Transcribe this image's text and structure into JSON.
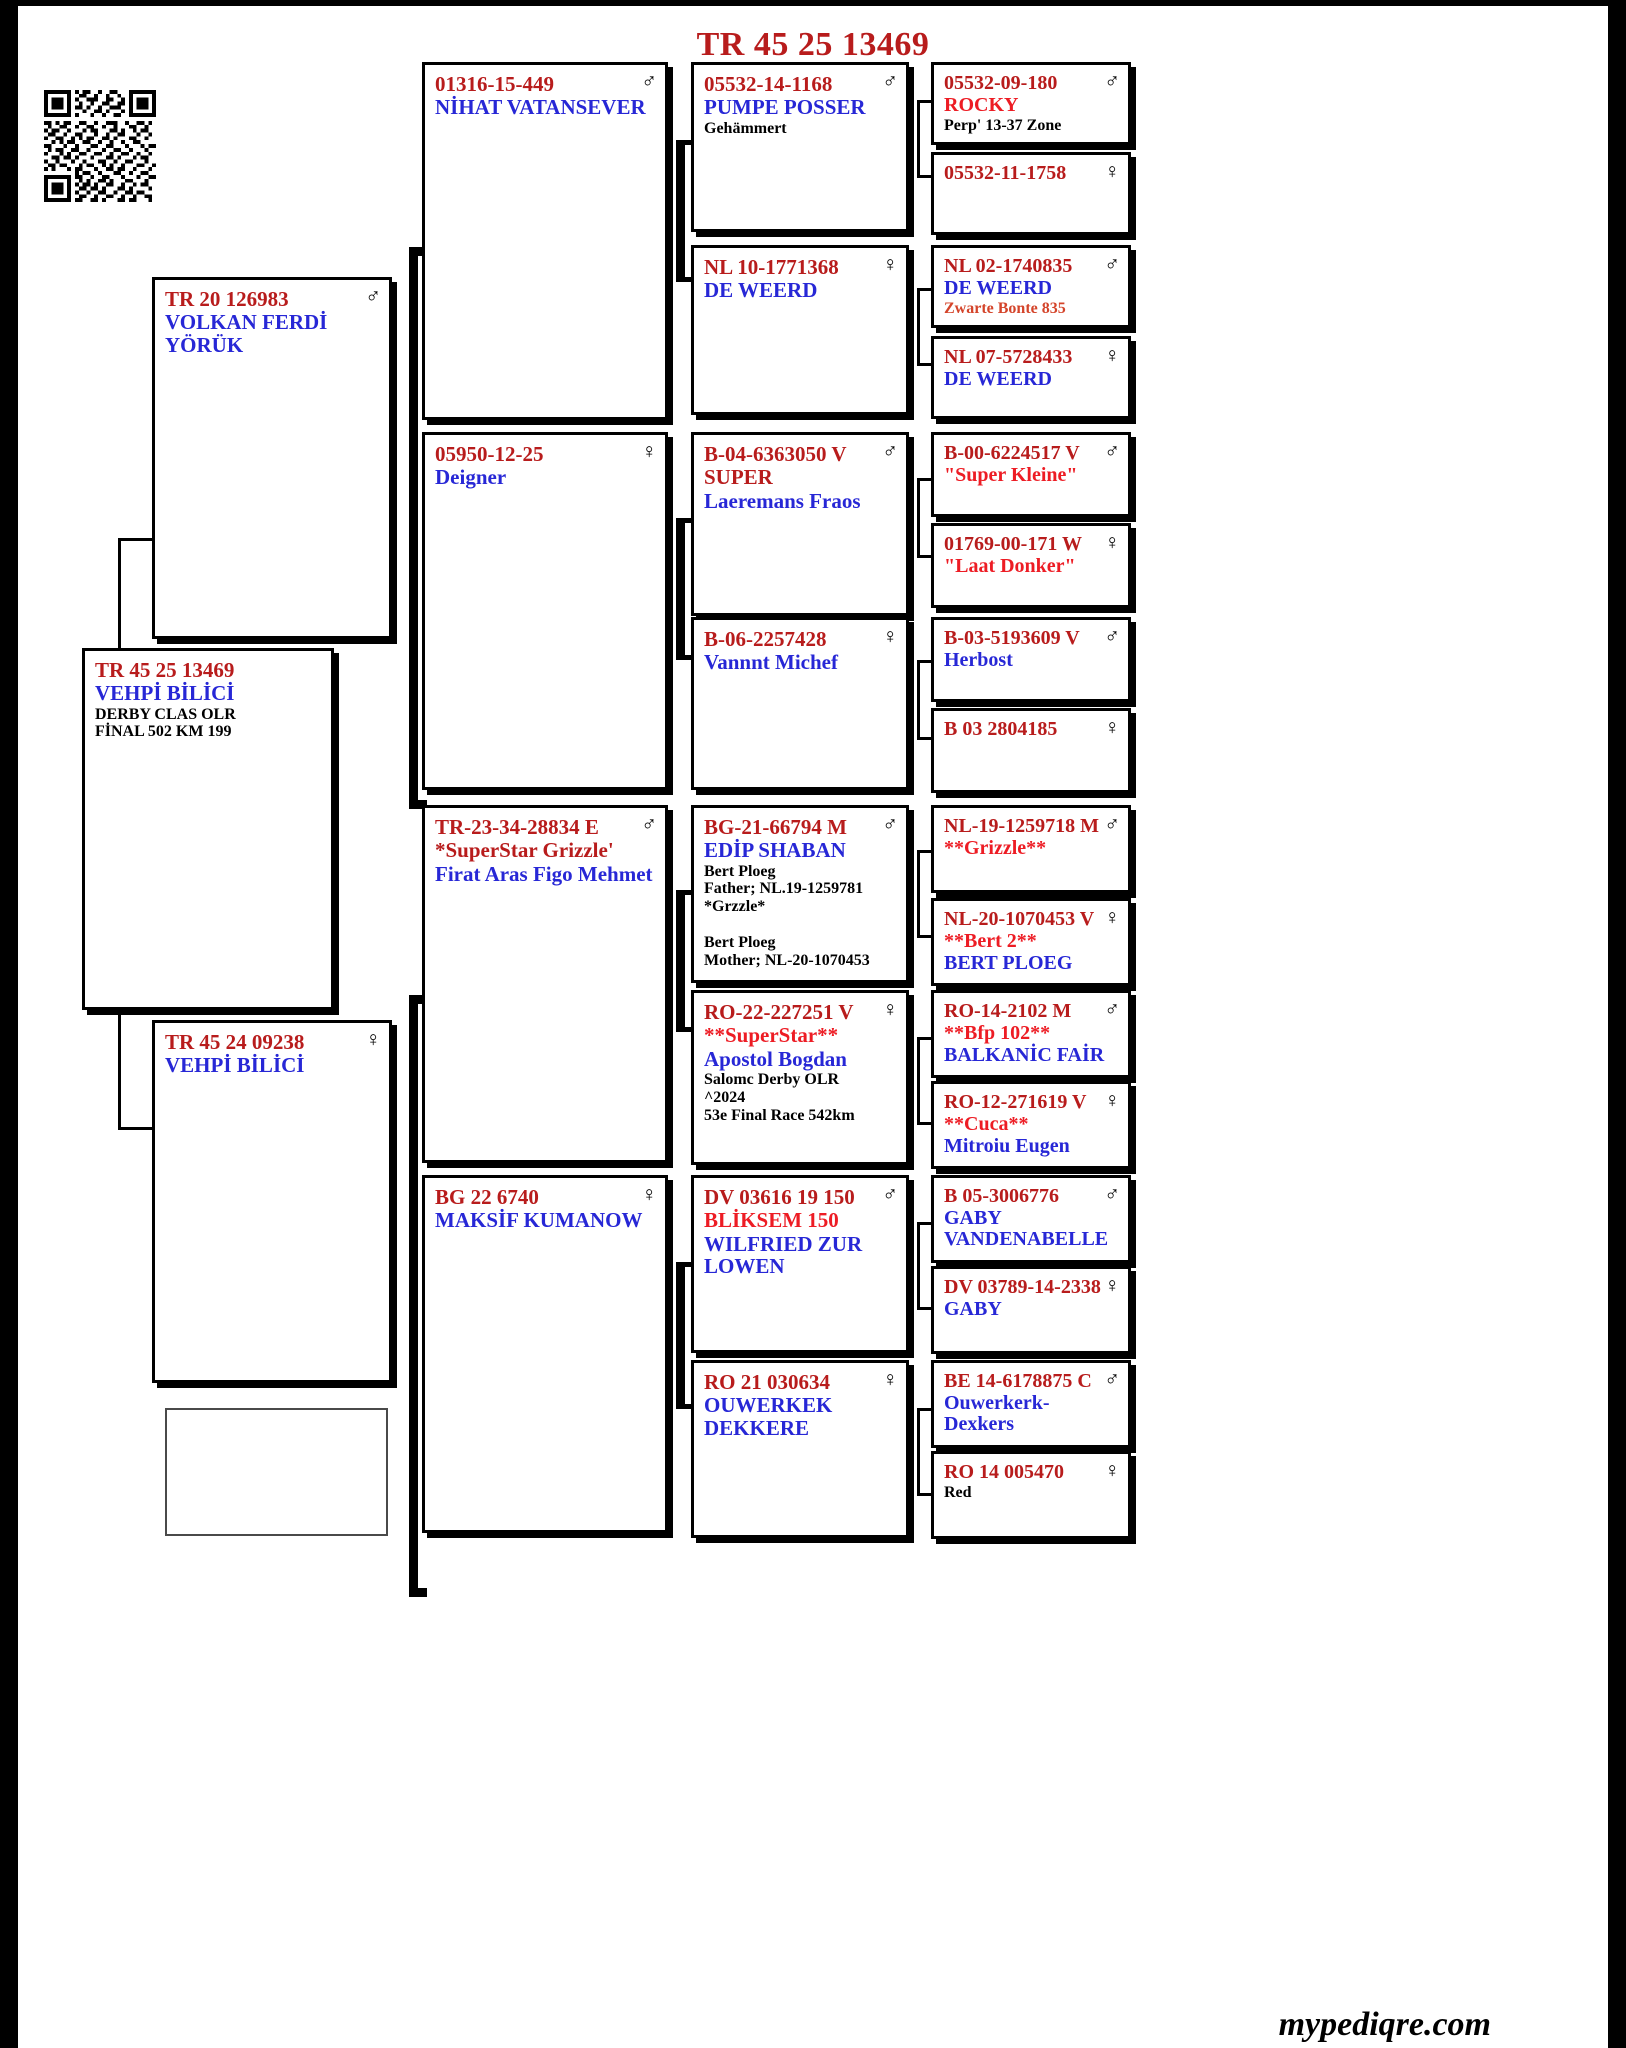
{
  "page": {
    "title": "TR 45 25 13469",
    "footer": "mypediqre.com",
    "accent_red": "#b81c1c",
    "accent_bright_red": "#ed1c24",
    "accent_blue": "#2727d6",
    "accent_orange": "#d4442a",
    "qr_alt": "qr-code"
  },
  "subject": {
    "id": "TR 45 25 13469",
    "owner": "VEHPİ BİLİCİ",
    "note1": "DERBY CLAS OLR",
    "note2": "FİNAL 502 KM  199",
    "sex": ""
  },
  "gen1": [
    {
      "id": "TR 20 126983",
      "owner": "VOLKAN FERDİ YÖRÜK",
      "sex": "♂",
      "note": ""
    },
    {
      "id": "TR 45 24 09238",
      "owner": "VEHPİ BİLİCİ",
      "sex": "♀",
      "note": ""
    }
  ],
  "gen2": [
    {
      "id": "01316-15-449",
      "owner": "NİHAT VATANSEVER",
      "sex": "♂",
      "note": ""
    },
    {
      "id": "05950-12-25",
      "owner": "Deigner",
      "sex": "♀",
      "note": ""
    },
    {
      "id": "TR-23-34-28834 E",
      "id2": "*SuperStar Grizzle'",
      "owner": "Firat Aras Figo Mehmet",
      "sex": "♂",
      "note": ""
    },
    {
      "id": "BG 22 6740",
      "owner": "MAKSİF KUMANOW",
      "sex": "♀",
      "note": ""
    }
  ],
  "gen3": [
    {
      "id": "05532-14-1168",
      "owner": "PUMPE POSSER",
      "sex": "♂",
      "note": "Gehämmert"
    },
    {
      "id": "NL 10-1771368",
      "owner": "DE WEERD",
      "sex": "♀",
      "note": ""
    },
    {
      "id": "B-04-6363050 V",
      "id2": "SUPER",
      "owner": "Laeremans Fraos",
      "sex": "♂",
      "note": ""
    },
    {
      "id": "B-06-2257428",
      "owner": "Vannnt Michef",
      "sex": "♀",
      "note": ""
    },
    {
      "id": "BG-21-66794 M",
      "owner": "EDİP SHABAN",
      "sex": "♂",
      "note": "Bert Ploeg\nFather; NL.19-1259781\n*Grzzle*\n\nBert Ploeg\nMother; NL-20-1070453"
    },
    {
      "id": "RO-22-227251 V",
      "id2": "**SuperStar**",
      "owner": "Apostol Bogdan",
      "sex": "♀",
      "note": "Salomc Derby OLR\n^2024\n53e Final Race 542km"
    },
    {
      "id": "DV 03616 19 150",
      "id2": "BLİKSEM 150",
      "owner": "WILFRIED ZUR LOWEN",
      "sex": "♂",
      "note": ""
    },
    {
      "id": "RO 21 030634",
      "owner": "OUWERKEK DEKKERE",
      "sex": "♀",
      "note": ""
    }
  ],
  "gen4": [
    {
      "id": "05532-09-180",
      "id2": "ROCKY",
      "owner": "",
      "sex": "♂",
      "note": "Perp' 13-37 Zone"
    },
    {
      "id": "05532-11-1758",
      "owner": "",
      "sex": "♀",
      "note": ""
    },
    {
      "id": "NL 02-1740835",
      "owner": "DE WEERD",
      "sex": "♂",
      "note": "Zwarte Bonte 835"
    },
    {
      "id": "NL 07-5728433",
      "owner": "DE WEERD",
      "sex": "♀",
      "note": ""
    },
    {
      "id": "B-00-6224517 V",
      "id2": "\"Super Kleine\"",
      "owner": "",
      "sex": "♂",
      "note": ""
    },
    {
      "id": "01769-00-171 W",
      "id2": "\"Laat Donker\"",
      "owner": "",
      "sex": "♀",
      "note": ""
    },
    {
      "id": "B-03-5193609 V",
      "owner": "Herbost",
      "sex": "♂",
      "note": ""
    },
    {
      "id": "B 03 2804185",
      "owner": "",
      "sex": "♀",
      "note": ""
    },
    {
      "id": "NL-19-1259718 M",
      "id2": "**Grizzle**",
      "owner": "",
      "sex": "♂",
      "note": ""
    },
    {
      "id": "NL-20-1070453 V",
      "id2": "**Bert 2**",
      "owner": "BERT PLOEG",
      "sex": "♀",
      "note": ""
    },
    {
      "id": "RO-14-2102 M",
      "id2": "**Bfp 102**",
      "owner": "BALKANİC FAİR",
      "sex": "♂",
      "note": ""
    },
    {
      "id": "RO-12-271619 V",
      "id2": "**Cuca**",
      "owner": "Mitroiu Eugen",
      "sex": "♀",
      "note": ""
    },
    {
      "id": "B 05-3006776",
      "owner": "GABY VANDENABELLE",
      "sex": "♂",
      "note": ""
    },
    {
      "id": "DV 03789-14-2338",
      "owner": "GABY",
      "sex": "♀",
      "note": ""
    },
    {
      "id": "BE 14-6178875 C",
      "owner": "Ouwerkerk-Dexkers",
      "sex": "♂",
      "note": ""
    },
    {
      "id": "RO 14 005470",
      "owner": "",
      "sex": "♀",
      "note": "Red"
    }
  ]
}
